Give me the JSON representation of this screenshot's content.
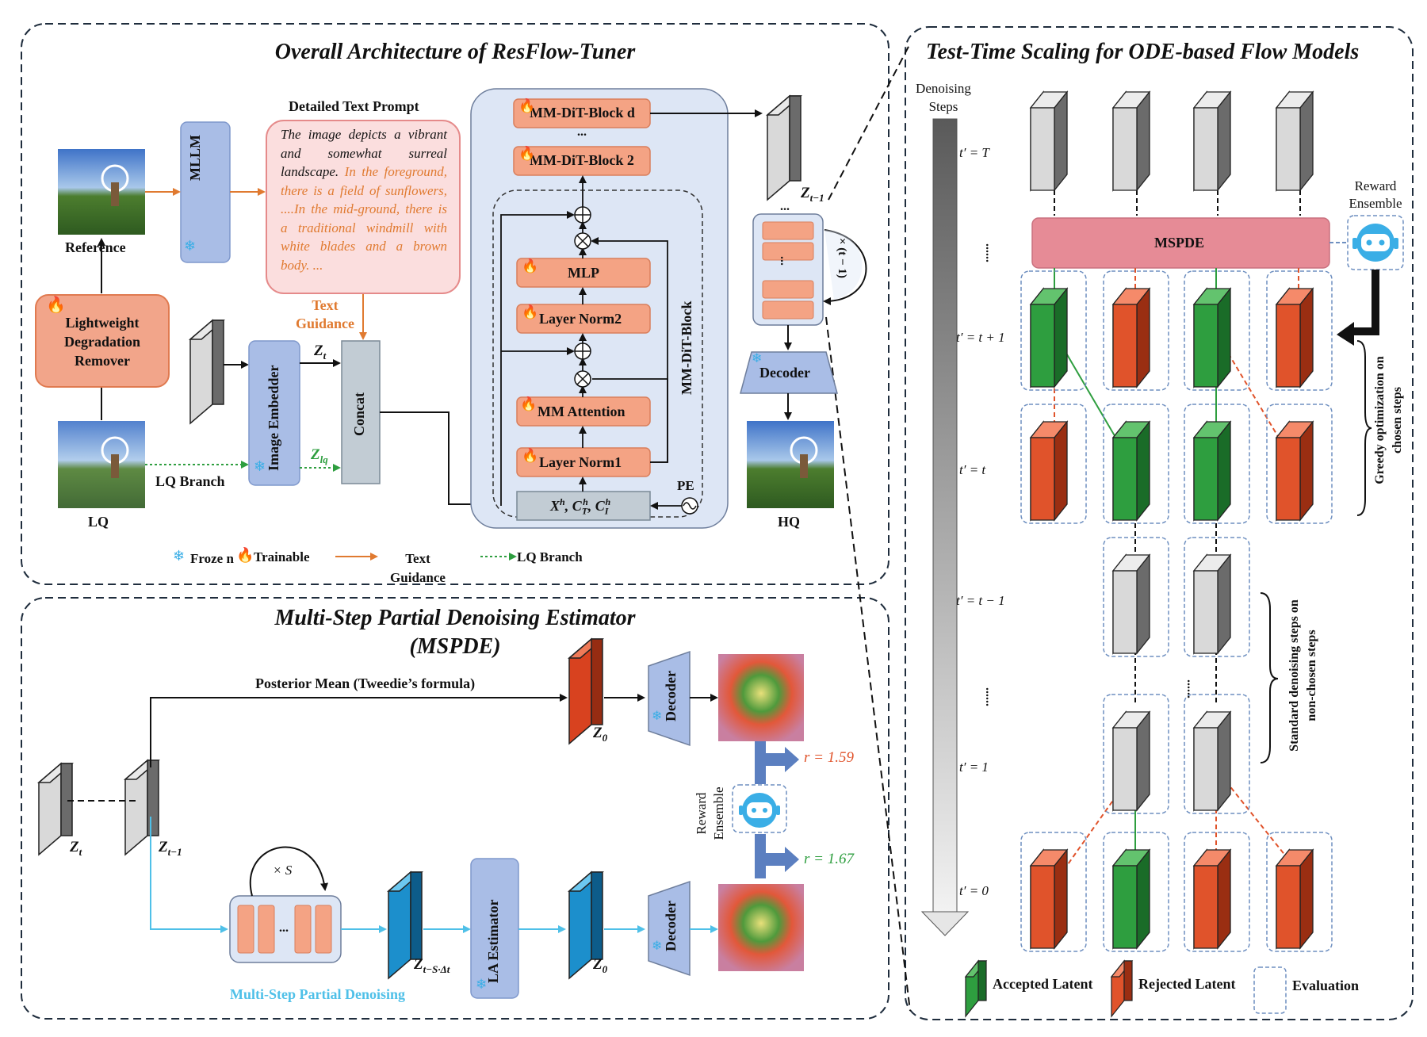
{
  "top_left": {
    "title": "Overall Architecture of ResFlow-Tuner",
    "reference_label": "Reference",
    "lq_label": "LQ",
    "hq_label": "HQ",
    "remover_label": "Lightweight Degradation Remover",
    "mllm_label": "MLLM",
    "prompt_title": "Detailed Text Prompt",
    "prompt_black": "The image depicts a vibrant and somewhat surreal landscape.",
    "prompt_orange": "In the foreground, there is a field of sunflowers, ....In the mid-ground, there is a traditional windmill with white blades and a brown body. ...",
    "text_guidance": "Text Guidance",
    "image_embedder": "Image Embedder",
    "concat": "Concat",
    "lq_branch": "LQ Branch",
    "zt": "Z",
    "zt_sub": "t",
    "zlq_sub": "lq",
    "blocks": [
      "MM-DiT-Block d",
      "MM-DiT-Block 2"
    ],
    "ellipsis": "...",
    "mmdit_block": "MM-DiT-Block",
    "mlp": "MLP",
    "layer_norm2": "Layer Norm2",
    "mm_attention": "MM Attention",
    "layer_norm1": "Layer Norm1",
    "pe": "PE",
    "xh": "X",
    "zt1_sub": "t−1",
    "times_t1": "× (t − 1)",
    "decoder": "Decoder",
    "legend": {
      "frozen": "Froze n",
      "trainable": "Trainable",
      "text_guidance": "Text Guidance",
      "lq_branch": "LQ Branch"
    }
  },
  "bottom_left": {
    "title_line1": "Multi-Step Partial Denoising Estimator",
    "title_line2": "(MSPDE)",
    "posterior": "Posterior Mean (Tweedie’s formula)",
    "zt_sub": "t",
    "zt1_sub": "t−1",
    "z0_sub": "0",
    "zts_sub": "t−S·Δt",
    "times_s": "× S",
    "mspd": "Multi-Step Partial Denoising",
    "la_estimator": "LA Estimator",
    "decoder": "Decoder",
    "reward_ensemble": "Reward Ensemble",
    "r1": "r = 1.59",
    "r2": "r = 1.67"
  },
  "right": {
    "title": "Test-Time Scaling for ODE-based Flow Models",
    "denoising_steps": "Denoising Steps",
    "steps": [
      "t′ = T",
      "......",
      "t′ = t + 1",
      "t′ = t",
      "t′ = t − 1",
      "......",
      "t′ = 1",
      "t′ = 0"
    ],
    "mspde": "MSPDE",
    "reward_ensemble": "Reward Ensemble",
    "greedy": "Greedy optimization on chosen steps",
    "standard": "Standard denoising steps on non-chosen steps",
    "legend_accepted": "Accepted Latent",
    "legend_rejected": "Rejected Latent",
    "legend_eval": "Evaluation",
    "dots_mid": "......"
  },
  "colors": {
    "accepted": "#2e9e3f",
    "rejected": "#e0532b",
    "orange_text": "#e07a30",
    "blue_branch": "#4fc0e8",
    "panel_blue": "#dde6f5",
    "mspde_pink": "#e68b96"
  }
}
